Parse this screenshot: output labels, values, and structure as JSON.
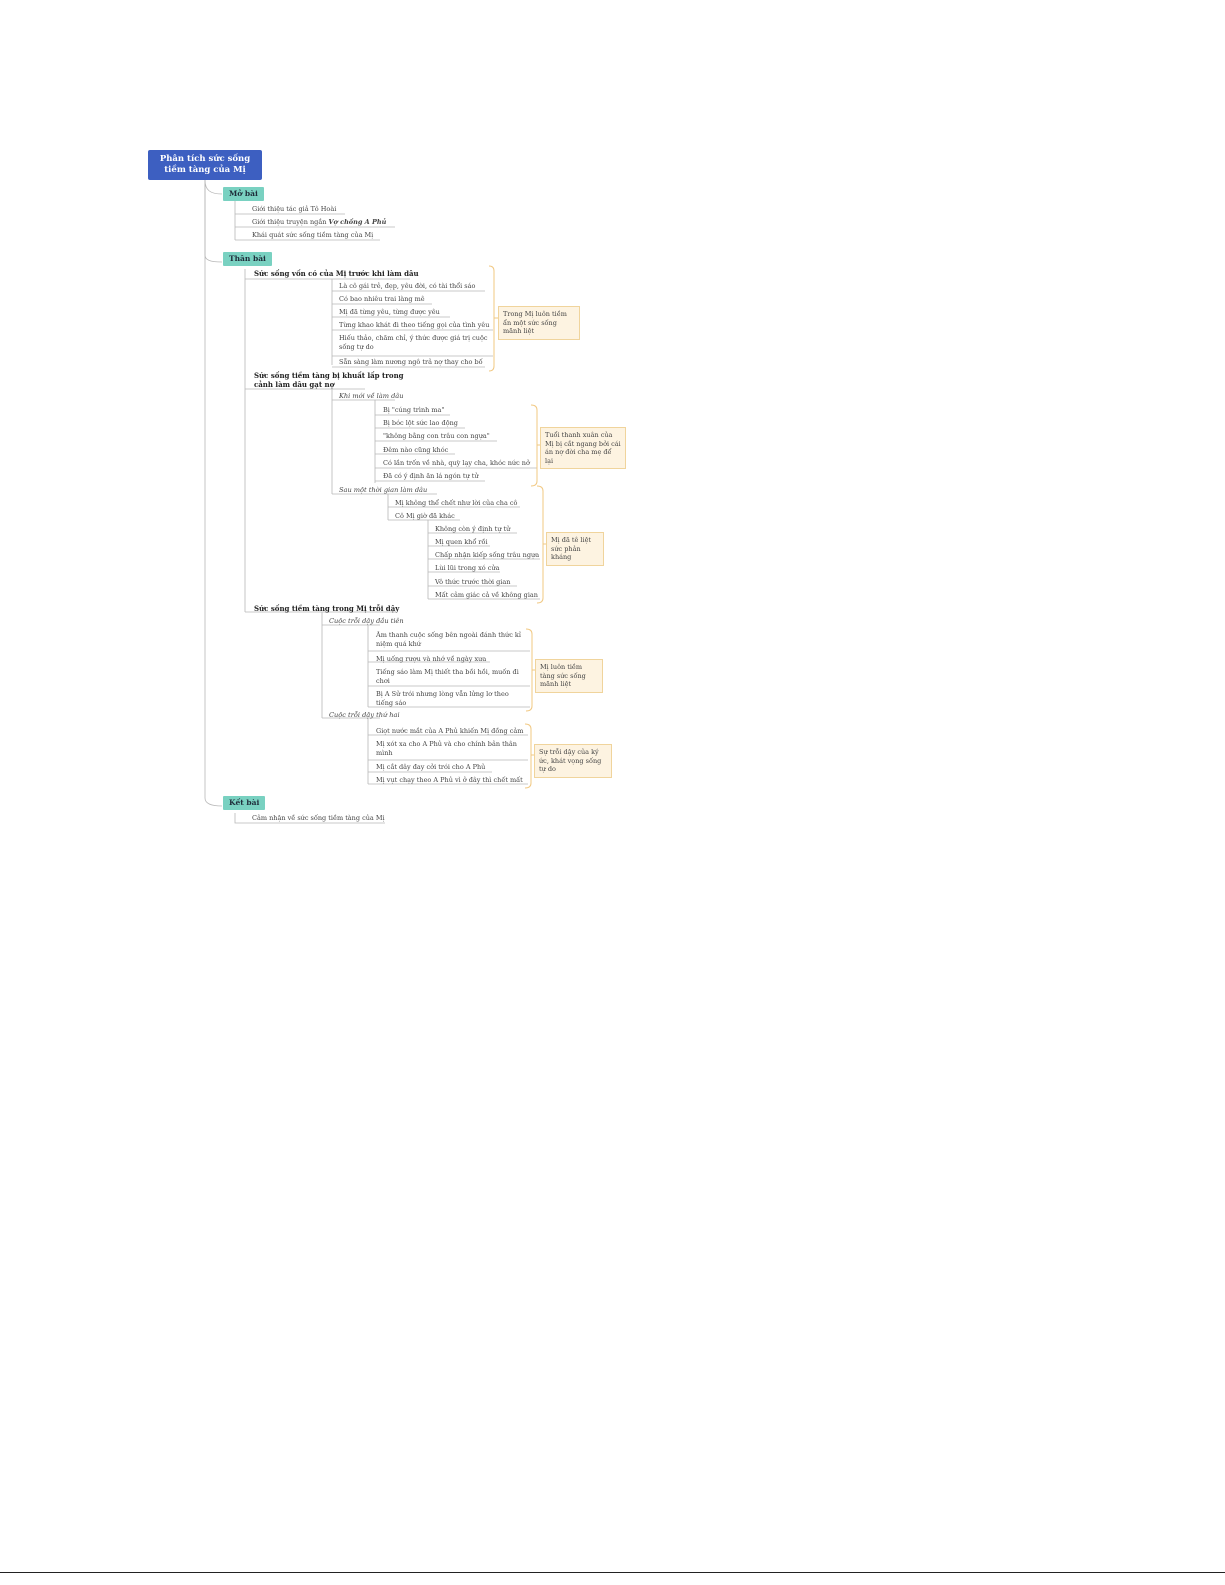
{
  "root": "Phân tích sức sống tiềm tàng của Mị",
  "mo_bai": {
    "label": "Mở bài",
    "items": [
      "Giới thiệu tác giả Tô Hoài",
      "Giới thiệu truyện ngắn",
      "Vợ chồng A Phủ",
      "Khái quát sức sống tiềm tàng của Mị"
    ]
  },
  "than_bai": {
    "label": "Thân bài",
    "sub1": {
      "title": "Sức sống vốn có của Mị trước khi làm dâu",
      "items": [
        "Là cô gái trẻ, đẹp, yêu đời, có tài thổi sáo",
        "Có bao nhiêu trai làng mê",
        "Mị đã từng yêu, từng được yêu",
        "Từng khao khát đi theo tiếng gọi của tình yêu",
        "Hiếu thảo, chăm chỉ, ý thức được giá trị cuộc sống tự do",
        "Sẵn sàng làm nương ngô trả nợ thay cho bố"
      ],
      "note": "Trong Mị luôn tiềm ẩn một sức sống mãnh liệt"
    },
    "sub2": {
      "title_line1": "Sức sống tiềm tàng bị khuất lấp trong",
      "title_line2": "cảnh làm dâu gạt nợ",
      "group1": {
        "title": "Khi mới về làm dâu",
        "items": [
          "Bị \"cúng trình ma\"",
          "Bị bóc lột sức lao động",
          "\"không bằng con trâu con ngựa\"",
          "Đêm nào cũng khóc",
          "Có lần trốn về nhà, quỳ lạy cha, khóc nức nở",
          "Đã có ý định ăn lá ngón tự tử"
        ],
        "note": "Tuổi thanh xuân của Mị bị cắt ngang bởi cái án nợ đời cha mẹ để lại"
      },
      "group2": {
        "title": "Sau một thời gian làm dâu",
        "item1": "Mị không thể chết như lời của cha cô",
        "item2": "Cô Mị giờ đã khác",
        "items": [
          "Không còn ý định tự tử",
          "Mị quen khổ rồi",
          "Chấp nhận kiếp sống trâu ngựa",
          "Lùi lũi trong xó cửa",
          "Vô thức trước thời gian",
          "Mất cảm giác cả về không gian"
        ],
        "note": "Mị đã tê liệt sức phản kháng"
      }
    },
    "sub3": {
      "title": "Sức sống tiềm tàng trong Mị trỗi dậy",
      "group1": {
        "title": "Cuộc trỗi dậy đầu tiên",
        "items": [
          "Âm thanh cuộc sống bên ngoài đánh thức kỉ niệm quá khứ",
          "Mị uống rượu và nhớ về ngày xưa",
          "Tiếng sáo làm Mị thiết tha bồi hồi, muốn đi chơi",
          "Bị A Sử trói nhưng lòng vẫn lửng lơ theo tiếng sáo"
        ],
        "note": "Mị luôn tiềm tàng sức sống mãnh liệt"
      },
      "group2": {
        "title": "Cuộc trỗi dậy thứ hai",
        "items": [
          "Giọt nước mắt của A Phủ khiến Mị đồng cảm",
          "Mị xót xa cho A Phủ và cho chính bản thân mình",
          "Mị cắt dây đay cởi trói cho A Phủ",
          "Mị vụt chạy theo A Phủ vì ở đây thì chết mất"
        ],
        "note": "Sự trỗi dậy của ký ức, khát vọng sống tự do"
      }
    }
  },
  "ket_bai": {
    "label": "Kết bài",
    "items": [
      "Cảm nhận về sức sống tiềm tàng của Mị"
    ]
  }
}
